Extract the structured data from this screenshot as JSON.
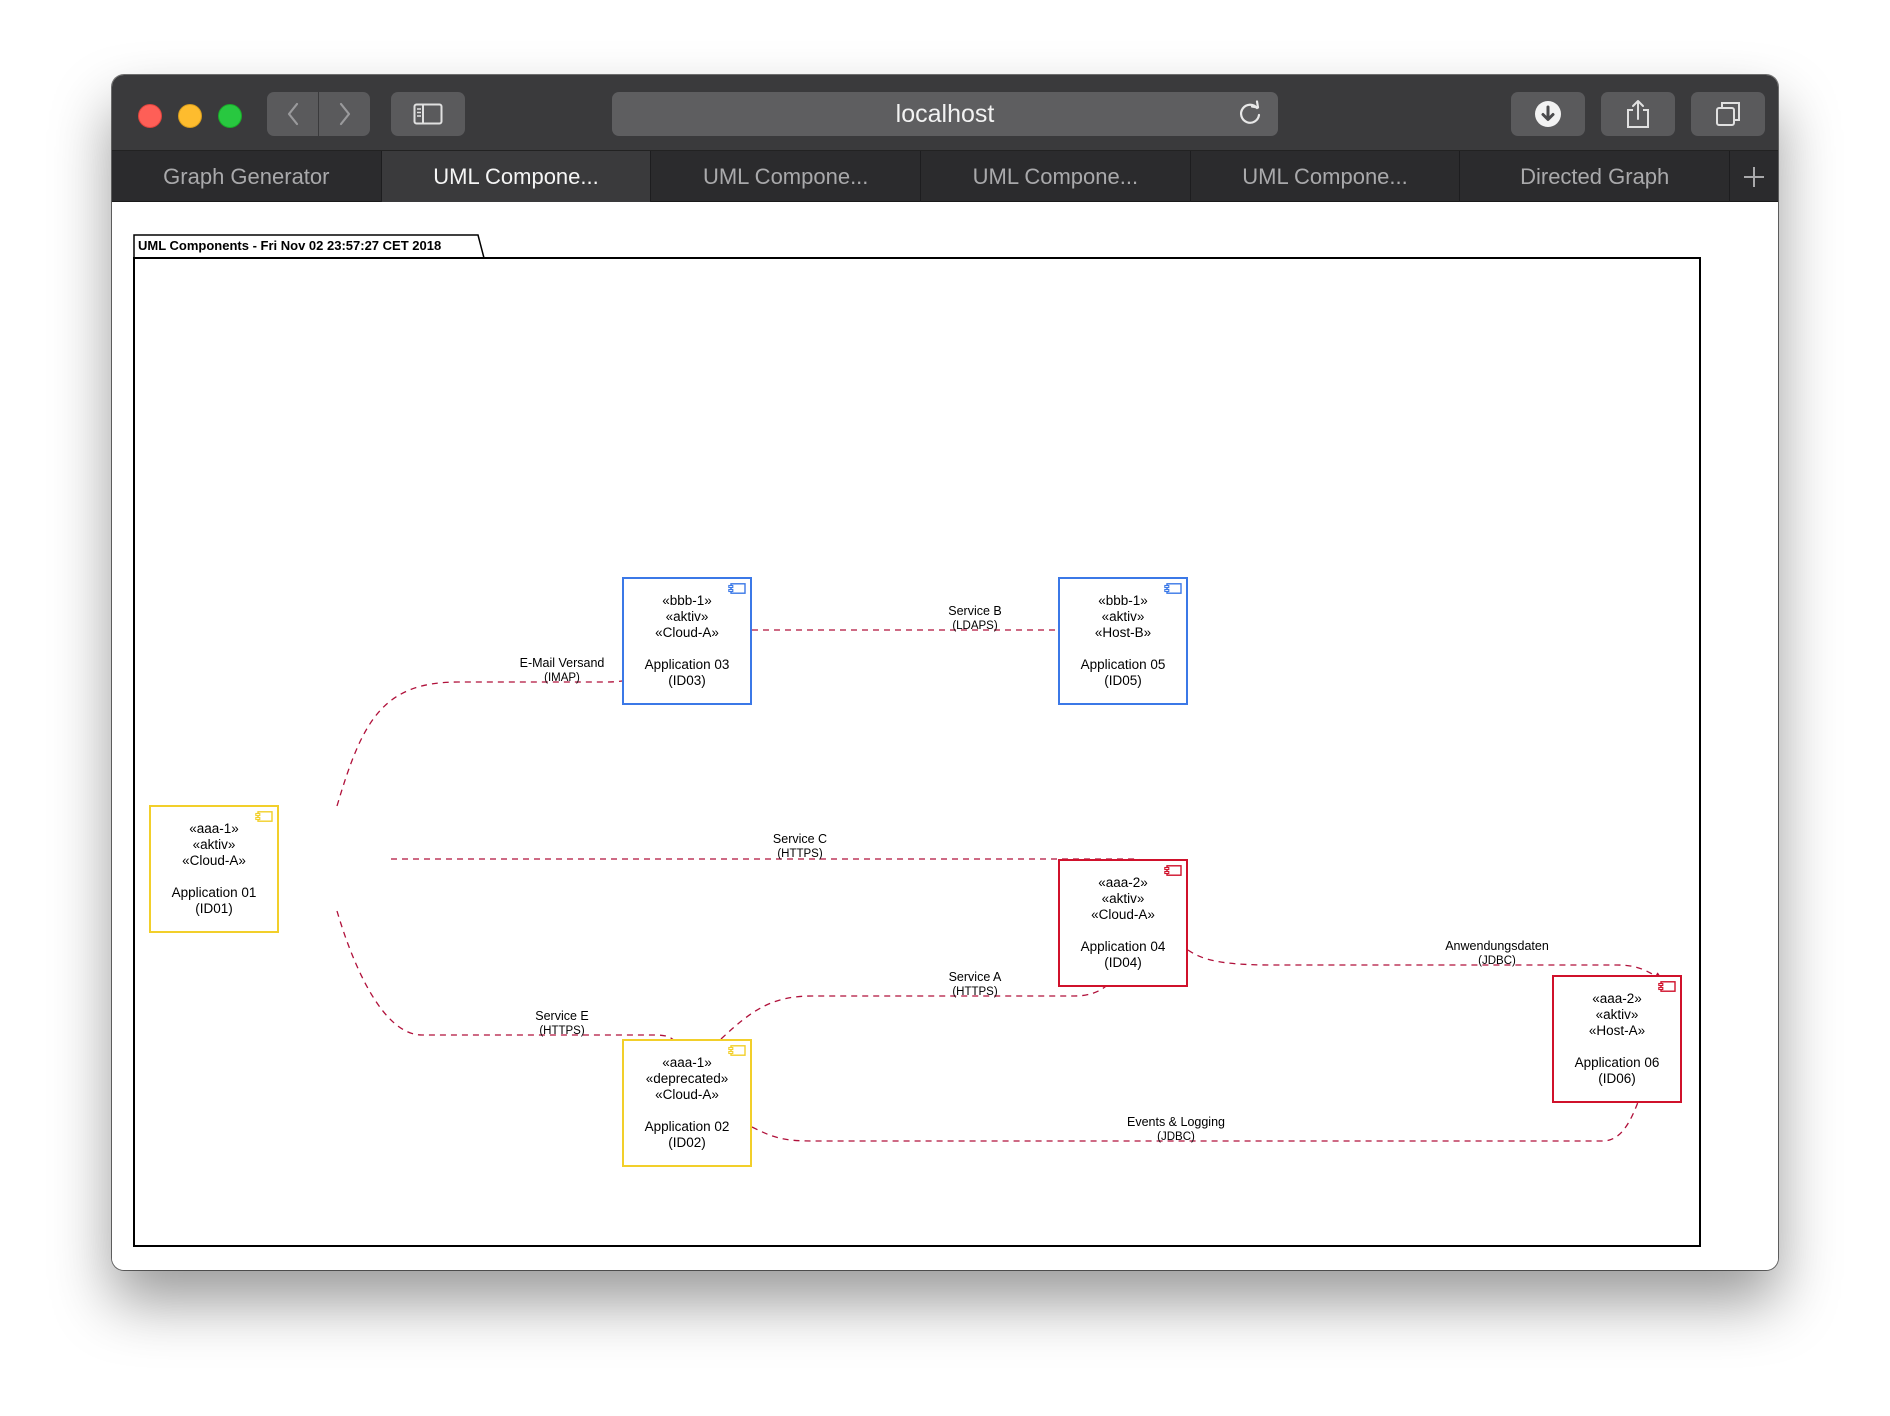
{
  "browser": {
    "address": "localhost",
    "tabs": [
      {
        "label": "Graph Generator",
        "active": false
      },
      {
        "label": "UML Compone...",
        "active": true
      },
      {
        "label": "UML Compone...",
        "active": false
      },
      {
        "label": "UML Compone...",
        "active": false
      },
      {
        "label": "UML Compone...",
        "active": false
      },
      {
        "label": "Directed Graph",
        "active": false
      }
    ],
    "icons": {
      "close": "close-button-red",
      "minimize": "minimize-button-yellow",
      "maximize": "maximize-button-green",
      "back": "chevron-left-icon",
      "forward": "chevron-right-icon",
      "sidebar": "sidebar-icon",
      "reload": "reload-icon",
      "download": "download-icon",
      "share": "share-icon",
      "tabs": "tab-overview-icon",
      "new_tab": "plus-icon"
    }
  },
  "diagram": {
    "title": "UML Components - Fri Nov 02 23:57:27 CET 2018",
    "colors": {
      "yellow": "#f2cf2a",
      "blue": "#3b78e7",
      "red": "#d0112b",
      "edge": "#b0103a"
    },
    "components": [
      {
        "id": "app01",
        "stereotypes": [
          "«aaa-1»",
          "«aktiv»",
          "«Cloud-A»"
        ],
        "name": "Application 01",
        "code": "(ID01)",
        "color": "yellow"
      },
      {
        "id": "app02",
        "stereotypes": [
          "«aaa-1»",
          "«deprecated»",
          "«Cloud-A»"
        ],
        "name": "Application 02",
        "code": "(ID02)",
        "color": "yellow"
      },
      {
        "id": "app03",
        "stereotypes": [
          "«bbb-1»",
          "«aktiv»",
          "«Cloud-A»"
        ],
        "name": "Application 03",
        "code": "(ID03)",
        "color": "blue"
      },
      {
        "id": "app04",
        "stereotypes": [
          "«aaa-2»",
          "«aktiv»",
          "«Cloud-A»"
        ],
        "name": "Application 04",
        "code": "(ID04)",
        "color": "red"
      },
      {
        "id": "app05",
        "stereotypes": [
          "«bbb-1»",
          "«aktiv»",
          "«Host-B»"
        ],
        "name": "Application 05",
        "code": "(ID05)",
        "color": "blue"
      },
      {
        "id": "app06",
        "stereotypes": [
          "«aaa-2»",
          "«aktiv»",
          "«Host-A»"
        ],
        "name": "Application 06",
        "code": "(ID06)",
        "color": "red"
      }
    ],
    "edges": [
      {
        "from": "app01",
        "to": "app03",
        "label": "E-Mail Versand",
        "protocol": "(IMAP)"
      },
      {
        "from": "app03",
        "to": "app05",
        "label": "Service B",
        "protocol": "(LDAPS)"
      },
      {
        "from": "app01",
        "to": "app04",
        "label": "Service C",
        "protocol": "(HTTPS)"
      },
      {
        "from": "app04",
        "to": "app06",
        "label": "Anwendungsdaten",
        "protocol": "(JDBC)"
      },
      {
        "from": "app02",
        "to": "app04",
        "label": "Service A",
        "protocol": "(HTTPS)"
      },
      {
        "from": "app01",
        "to": "app02",
        "label": "Service E",
        "protocol": "(HTTPS)"
      },
      {
        "from": "app02",
        "to": "app06",
        "label": "Events & Logging",
        "protocol": "(JDBC)"
      }
    ]
  }
}
